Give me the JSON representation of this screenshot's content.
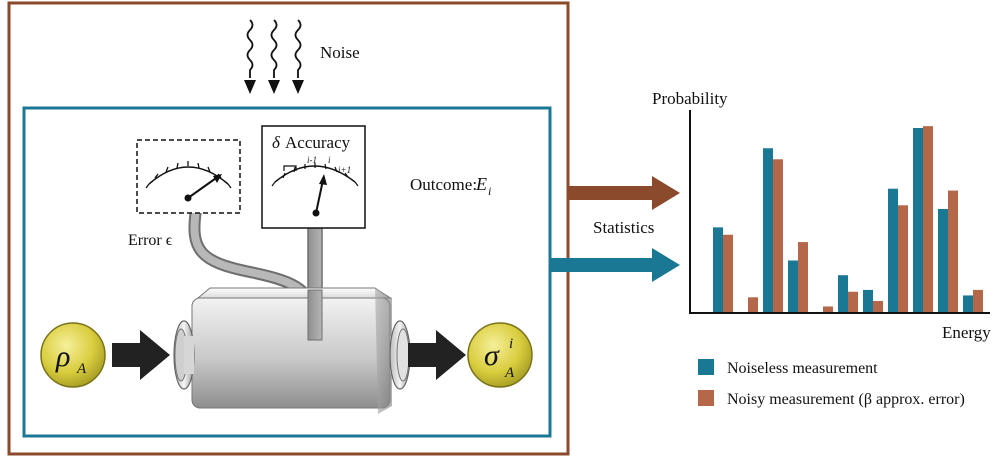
{
  "labels": {
    "noise": "Noise",
    "error": "Error ϵ",
    "accuracy_delta": "δ",
    "accuracy": "Accuracy",
    "tick_prev": "i-1",
    "tick_cur": "i",
    "tick_next": "i+1",
    "outcome": "Outcome:",
    "outcome_sym": "E",
    "outcome_sub": "i",
    "statistics": "Statistics",
    "rho": "ρ",
    "rho_sub": "A",
    "sigma": "σ",
    "sigma_sup": "i",
    "sigma_sub": "A"
  },
  "colors": {
    "outer_frame": "#8b4a2b",
    "inner_frame": "#1b7894",
    "noiseless": "#1b7894",
    "noisy": "#b5674a",
    "state_fill": "#d8cc3f"
  },
  "chart_data": {
    "type": "bar",
    "title": "",
    "ylabel": "Probability",
    "xlabel": "Energy",
    "ylim": [
      0,
      1
    ],
    "series": [
      {
        "name": "Noiseless measurement",
        "values": [
          0.46,
          0.0,
          0.89,
          0.28,
          0.0,
          0.2,
          0.12,
          0.67,
          1.0,
          0.56,
          0.09
        ]
      },
      {
        "name": "Noisy measurement (β approx. error)",
        "values": [
          0.42,
          0.08,
          0.83,
          0.38,
          0.03,
          0.11,
          0.06,
          0.58,
          1.01,
          0.66,
          0.12
        ]
      }
    ],
    "legend": [
      {
        "label": "Noiseless measurement"
      },
      {
        "label": "Noisy measurement (β approx. error)"
      }
    ],
    "grid": false,
    "legend_position": "bottom-right"
  }
}
